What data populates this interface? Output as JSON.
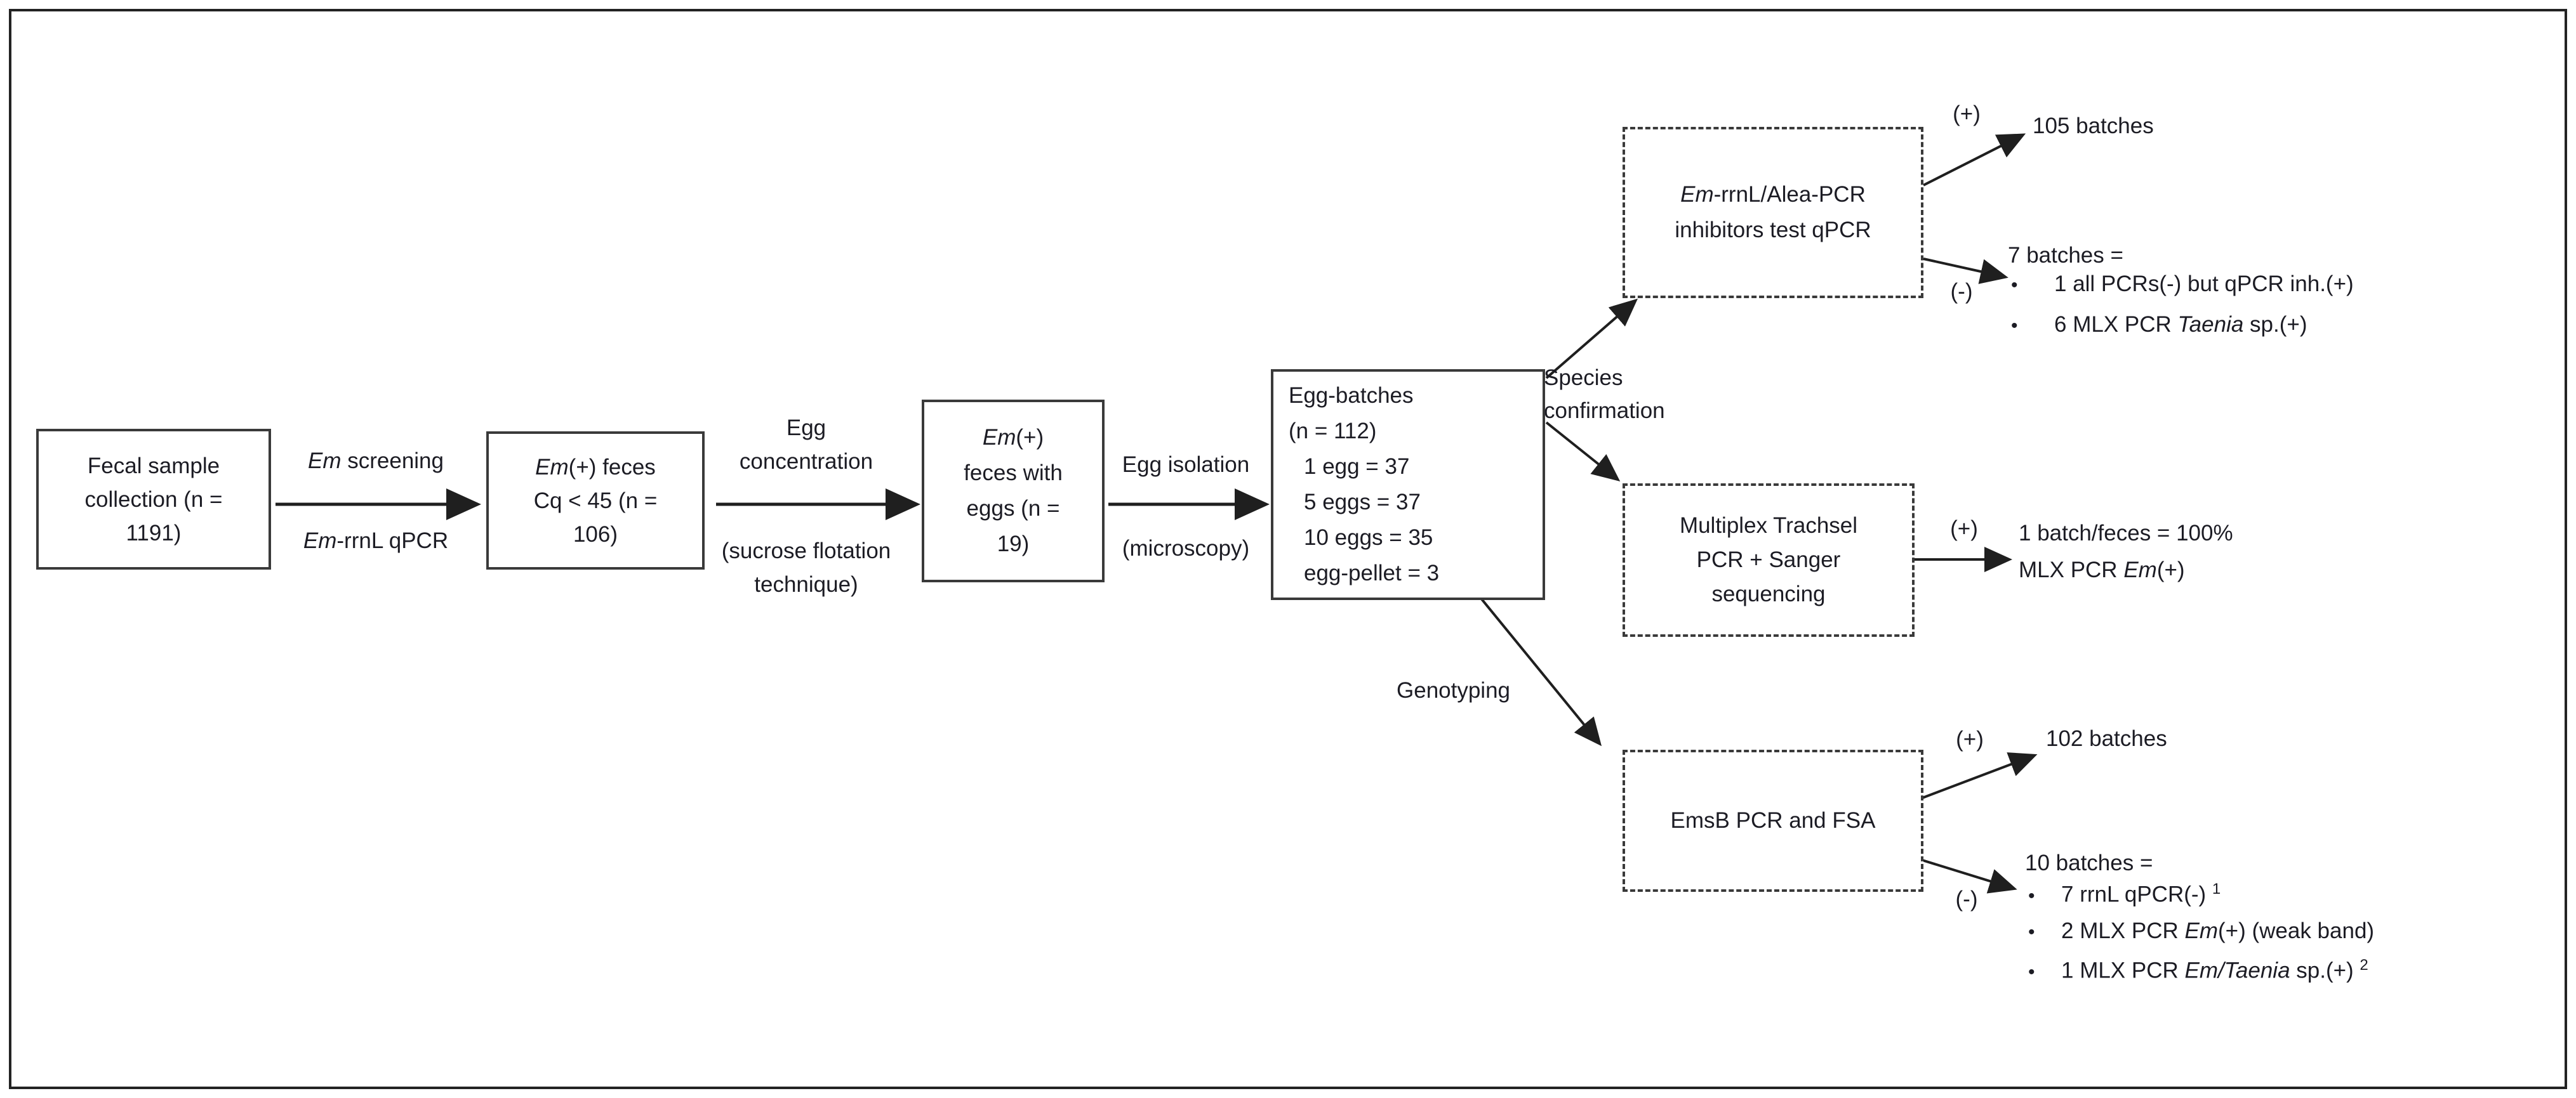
{
  "colors": {
    "text": "#1c1c24",
    "line": "#1f1f1f",
    "border": "#3a3a3a",
    "background": "#ffffff"
  },
  "bullet": "•",
  "boxes": {
    "fecal_collection": {
      "lines": [
        [
          "Fecal sample"
        ],
        [
          "collection (n ="
        ],
        [
          "1191)"
        ]
      ]
    },
    "em_pos_feces": {
      "lines": [
        [
          {
            "t": "Em",
            "i": 1
          },
          "(+) feces"
        ],
        [
          "Cq < 45 (n ="
        ],
        [
          "106)"
        ]
      ]
    },
    "feces_with_eggs": {
      "lines": [
        [
          {
            "t": "Em",
            "i": 1
          },
          "(+)"
        ],
        [
          "feces with"
        ],
        [
          "eggs (n ="
        ],
        [
          "19)"
        ]
      ]
    },
    "egg_batches": {
      "lines": [
        [
          "Egg-batches"
        ],
        [
          "(n = 112)"
        ],
        [
          "1 egg = 37"
        ],
        [
          "5 eggs = 37"
        ],
        [
          "10 eggs = 35"
        ],
        [
          "egg-pellet = 3"
        ]
      ]
    },
    "inhibitors_qpcr": {
      "lines": [
        [
          {
            "t": "Em",
            "i": 1
          },
          "-rrnL/Alea-PCR"
        ],
        [
          "inhibitors test qPCR"
        ]
      ]
    },
    "multiplex_trachsel": {
      "lines": [
        [
          "Multiplex Trachsel"
        ],
        [
          "PCR + Sanger"
        ],
        [
          "sequencing"
        ]
      ]
    },
    "emsb_pcr": {
      "lines": [
        [
          "EmsB PCR and FSA"
        ]
      ]
    }
  },
  "steps": {
    "screening": {
      "top": [
        [
          {
            "t": "Em",
            "i": 1
          },
          " screening"
        ]
      ],
      "bottom": [
        [
          {
            "t": "Em",
            "i": 1
          },
          "-rrnL qPCR"
        ]
      ]
    },
    "concentration": {
      "top": [
        [
          "Egg"
        ],
        [
          "concentration"
        ]
      ],
      "bottom": [
        [
          "(sucrose flotation"
        ],
        [
          "technique)"
        ]
      ]
    },
    "isolation": {
      "top": [
        [
          "Egg isolation"
        ]
      ],
      "bottom": [
        [
          "(microscopy)"
        ]
      ]
    }
  },
  "branches": {
    "species": [
      [
        "Species"
      ],
      [
        "confirmation"
      ]
    ],
    "genotyping": [
      [
        "Genotyping"
      ]
    ]
  },
  "signs": {
    "plus_inhibitors": "(+)",
    "minus_inhibitors": "(-)",
    "plus_multiplex": "(+)",
    "plus_emsb": "(+)",
    "minus_emsb": "(-)"
  },
  "results": {
    "batches_105": [
      [
        "105 batches"
      ]
    ],
    "neg_inhibitors": {
      "head": [
        [
          "7 batches ="
        ]
      ],
      "items": [
        [
          "1 all PCRs(-) but qPCR inh.(+)"
        ],
        [
          "6 MLX PCR ",
          {
            "t": "Taenia",
            "i": 1
          },
          " sp.(+)"
        ]
      ]
    },
    "pos_multiplex": [
      [
        "1 batch/feces = 100%"
      ],
      [
        "MLX PCR ",
        {
          "t": "Em",
          "i": 1
        },
        "(+)"
      ]
    ],
    "batches_102": [
      [
        "102 batches"
      ]
    ],
    "neg_emsb": {
      "head": [
        [
          "10 batches ="
        ]
      ],
      "items": [
        [
          "7 rrnL qPCR(-) ",
          {
            "t": "1",
            "sup": 1
          }
        ],
        [
          "2 MLX PCR ",
          {
            "t": "Em",
            "i": 1
          },
          "(+) (weak band)"
        ],
        [
          "1 MLX PCR ",
          {
            "t": "Em/Taenia",
            "i": 1
          },
          " sp.(+) ",
          {
            "t": "2",
            "sup": 1
          }
        ]
      ]
    }
  }
}
